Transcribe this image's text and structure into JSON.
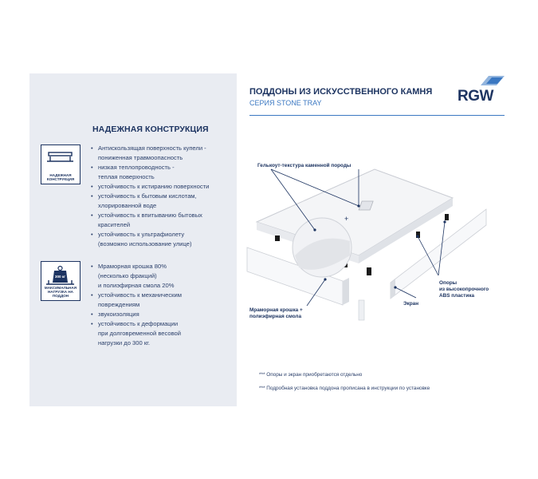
{
  "header": {
    "title": "ПОДДОНЫ ИЗ ИСКУССТВЕННОГО КАМНЯ",
    "subtitle": "СЕРИЯ STONE TRAY",
    "logo": "RGW"
  },
  "left": {
    "section_title": "НАДЕЖНАЯ КОНСТРУКЦИЯ",
    "badge1": {
      "icon": "shelf-icon",
      "caption": "НАДЕЖНАЯ\nКОНСТРУКЦИЯ"
    },
    "badge2": {
      "icon": "weight-icon",
      "weight_label": "300 кг",
      "caption": "МАКСИМАЛЬНАЯ\nНАГРУЗКА НА ПОДДОН"
    },
    "features1": [
      "Антискользящая поверхность купели -\nпониженная травмоопасность",
      "низкая теплопроводность -\nтеплая поверхность",
      "устойчивость к истиранию поверхности",
      "устойчивость к бытовым кислотам,\nхлорированной воде",
      "устойчивость к впитыванию бытовых\nкрасителей",
      "устойчивость к ультрафиолету\n(возможно использование улице)"
    ],
    "features2": [
      "Мраморная крошка 80%\n(несколько фракций)\nи полиэфирная смола 20%",
      "устойчивость к механическим\nповреждениям",
      "звукоизоляция",
      "устойчивость к деформации\nпри долговременной весовой\nнагрузки до 300 кг."
    ]
  },
  "callouts": {
    "gelcoat": "Гелькоут-текстура каменной породы",
    "supports": "Опоры\nиз высокопрочного\nABS пластика",
    "screen": "Экран",
    "marble": "Мраморная крошка +\nполиэфирная смола"
  },
  "footnotes": [
    "*** Опоры и экран приобретаются отдельно",
    "*** Подробная установка поддона прописана в инструкции по установке"
  ],
  "colors": {
    "navy": "#1d3461",
    "blue": "#3b78c2",
    "panel": "#e9ecf2"
  }
}
